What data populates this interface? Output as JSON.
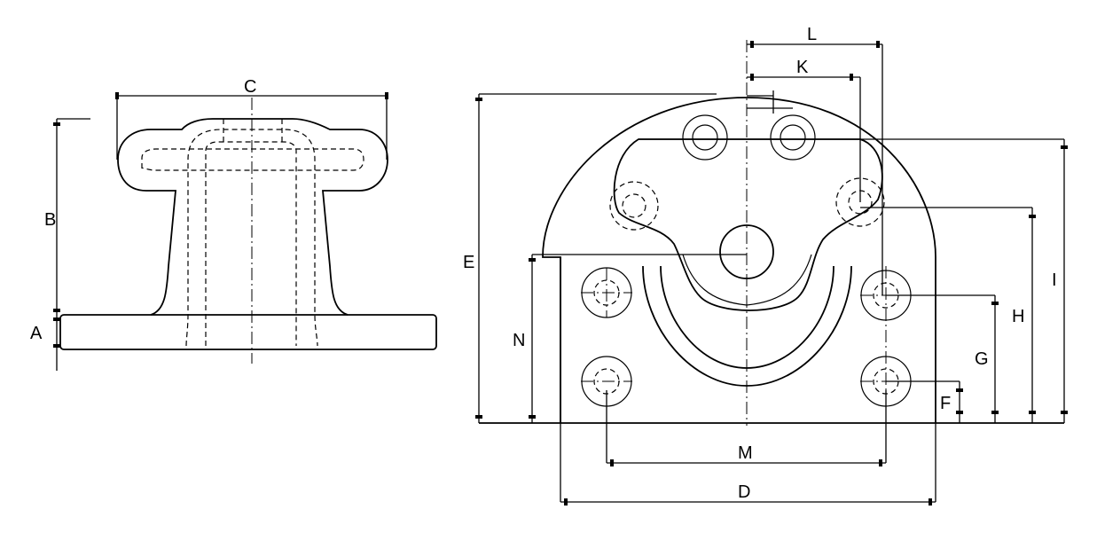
{
  "diagram": {
    "side_view": {
      "labels": {
        "a": "A",
        "b": "B",
        "c": "C"
      }
    },
    "plan_view": {
      "labels": {
        "d": "D",
        "e": "E",
        "f": "F",
        "g": "G",
        "h": "H",
        "i": "I",
        "k": "K",
        "l": "L",
        "m": "M",
        "n": "N"
      }
    }
  }
}
